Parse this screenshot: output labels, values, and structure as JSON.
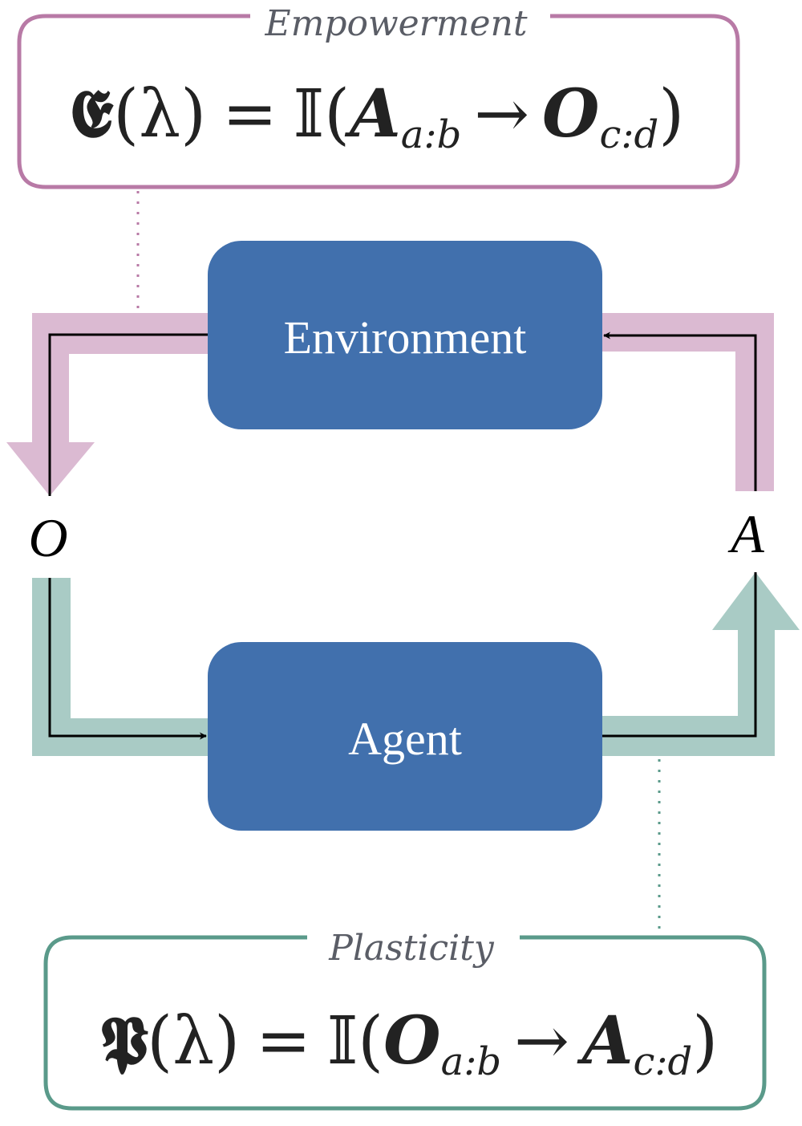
{
  "colors": {
    "empowerment": "#b87aa6",
    "empowerment_band": "#dbbad2",
    "plasticity": "#5a9a8a",
    "plasticity_band": "#a9cbc5",
    "node_fill": "#4170ad",
    "node_text": "#ffffff",
    "title_text": "#5a5d66",
    "line": "#000000"
  },
  "empowerment": {
    "title": "Empowerment",
    "formula": {
      "symbol": "𝕰",
      "arg": "(λ)",
      "equals": "=",
      "info": "𝕀(",
      "lhs": "A",
      "lhs_sub": "a:b",
      "arrow": "→",
      "rhs": "O",
      "rhs_sub": "c:d",
      "close": ")"
    }
  },
  "plasticity": {
    "title": "Plasticity",
    "formula": {
      "symbol": "𝕻",
      "arg": "(λ)",
      "equals": "=",
      "info": "𝕀(",
      "lhs": "O",
      "lhs_sub": "a:b",
      "arrow": "→",
      "rhs": "A",
      "rhs_sub": "c:d",
      "close": ")"
    }
  },
  "nodes": {
    "environment": "Environment",
    "agent": "Agent"
  },
  "variables": {
    "observation": "O",
    "action": "A"
  }
}
